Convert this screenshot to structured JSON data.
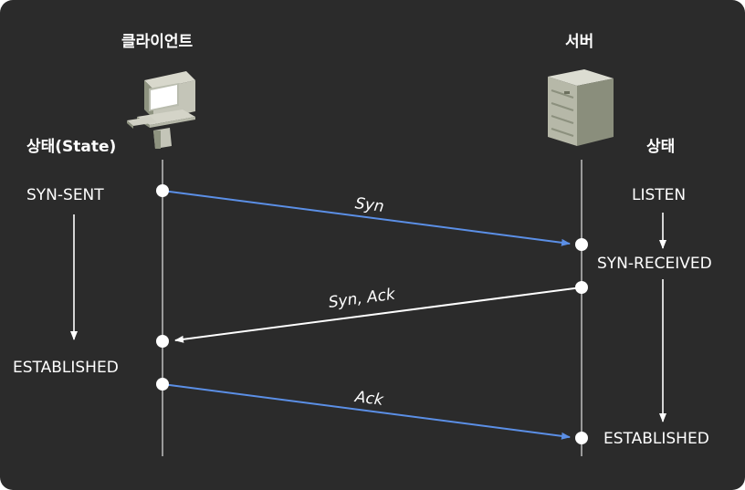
{
  "client": {
    "title": "클라이언트",
    "state_header": "상태(State)",
    "icon": "computer-icon"
  },
  "server": {
    "title": "서버",
    "state_header": "상태",
    "icon": "server-icon"
  },
  "client_states": {
    "syn_sent": "SYN-SENT",
    "established": "ESTABLISHED"
  },
  "server_states": {
    "listen": "LISTEN",
    "syn_received": "SYN-RECEIVED",
    "established": "ESTABLISHED"
  },
  "messages": {
    "syn": "Syn",
    "syn_ack": "Syn, Ack",
    "ack": "Ack"
  },
  "colors": {
    "background": "#2b2b2b",
    "text": "#ffffff",
    "lifeline": "#9a9a9a",
    "client_to_server": "#5b8fe6",
    "server_to_client": "#ffffff"
  }
}
